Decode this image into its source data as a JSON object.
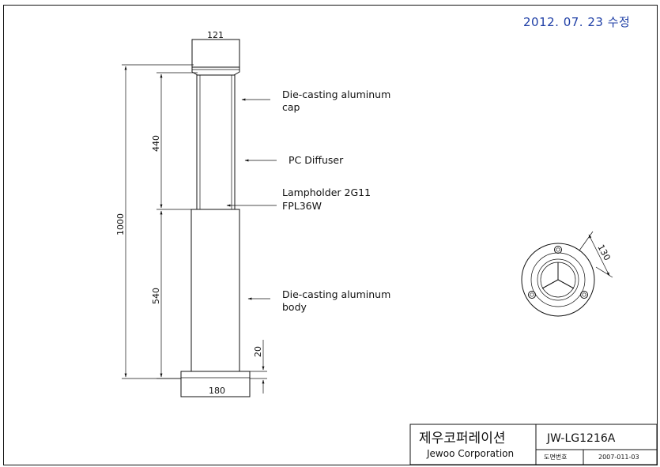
{
  "revision": {
    "text": "2012. 07. 23  수정",
    "color": "#1f3fa6"
  },
  "dimensions": {
    "cap_width": "121",
    "total_height": "1000",
    "upper_height": "440",
    "lower_height": "540",
    "base_height": "20",
    "base_width": "180",
    "plan_diameter": "130"
  },
  "callouts": {
    "cap_line1": "Die-casting aluminum",
    "cap_line2": "cap",
    "diffuser": "PC Diffuser",
    "lampholder_line1": "Lampholder 2G11",
    "lampholder_line2": "FPL36W",
    "body_line1": "Die-casting aluminum",
    "body_line2": "body"
  },
  "title_block": {
    "company_kr": "제우코퍼레이션",
    "company_en": "Jewoo Corporation",
    "model": "JW-LG1216A",
    "drawing_no_label": "도면번호",
    "drawing_no": "2007-011-03"
  }
}
